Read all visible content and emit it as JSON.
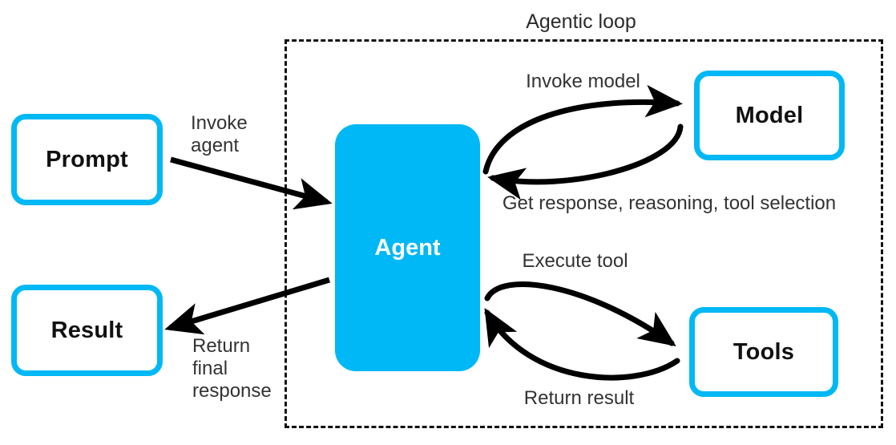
{
  "diagram": {
    "title": "Agentic loop",
    "boundary_style": "dashed",
    "accent_color": "#00B8F5",
    "text_color": "#333333",
    "background": "#ffffff"
  },
  "nodes": {
    "prompt": {
      "label": "Prompt",
      "style": "outlined"
    },
    "result": {
      "label": "Result",
      "style": "outlined"
    },
    "agent": {
      "label": "Agent",
      "style": "filled"
    },
    "model": {
      "label": "Model",
      "style": "outlined"
    },
    "tools": {
      "label": "Tools",
      "style": "outlined"
    }
  },
  "edges": {
    "invoke_agent": {
      "label": "Invoke\nagent",
      "from": "prompt",
      "to": "agent"
    },
    "return_final": {
      "label": "Return\nfinal\nresponse",
      "from": "agent",
      "to": "result"
    },
    "invoke_model": {
      "label": "Invoke model",
      "from": "agent",
      "to": "model"
    },
    "get_response": {
      "label": "Get response, reasoning, tool selection",
      "from": "model",
      "to": "agent"
    },
    "execute_tool": {
      "label": "Execute tool",
      "from": "agent",
      "to": "tools"
    },
    "return_result": {
      "label": "Return result",
      "from": "tools",
      "to": "agent"
    }
  }
}
